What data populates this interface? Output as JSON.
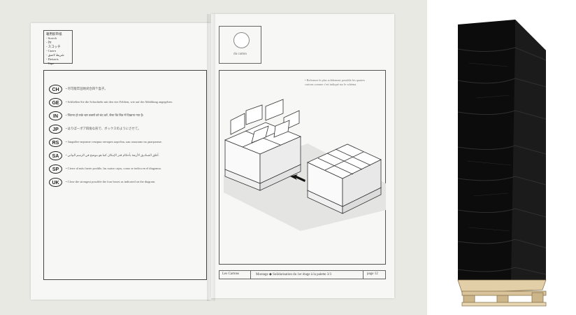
{
  "left_page": {
    "legend": [
      "箱用胶带纸",
      "- Scotch",
      "- टेप",
      "- スコッチ",
      "- Скотч",
      "- شريط لاصق",
      "- Dzisoris",
      "- Tape"
    ],
    "languages": [
      {
        "code": "CH",
        "text": "• 尽可能牢固地闭合四个盒子。"
      },
      {
        "code": "GE",
        "text": "• Schließen Sie die Schachteln mit den vier Feldern, wie auf der Abbildung angegeben."
      },
      {
        "code": "IN",
        "text": "• जितना हो सके चार बक्सों को बंद करें, जैसा कि चित्र में दिखाया गया है।"
      },
      {
        "code": "JP",
        "text": "• はりぼーポア四角な形で、ボックスのようにさせて。"
      },
      {
        "code": "RS",
        "text": "• Закройте верхние створки четырех коробок, как показано на диаграмме."
      },
      {
        "code": "SA",
        "text": "• أغلق الصناديق الأربعة بأحكام قدر الإمكان كما هو موضح في الرسم البياني."
      },
      {
        "code": "SP",
        "text": "• Cierre al más fuerte posible, las cuatro cajas, como se indica en el diagrama."
      },
      {
        "code": "UK",
        "text": "• Close the strongest possible the four boxes as indicated on the diagram."
      }
    ]
  },
  "right_page": {
    "logo_caption": "du carton",
    "instruction": [
      "• Refermez le plus solidement possible les quatres",
      "cartons comme c'est indiqué sur le schéma."
    ],
    "footer": {
      "left": "Les Cartons",
      "center": "Montage ◆ Solidarisation du 1er étage à la palette 3/3",
      "right": "page 12"
    }
  },
  "colors": {
    "wrap": "#111111",
    "pallet": "#d8c39a",
    "page": "#f7f7f5"
  }
}
